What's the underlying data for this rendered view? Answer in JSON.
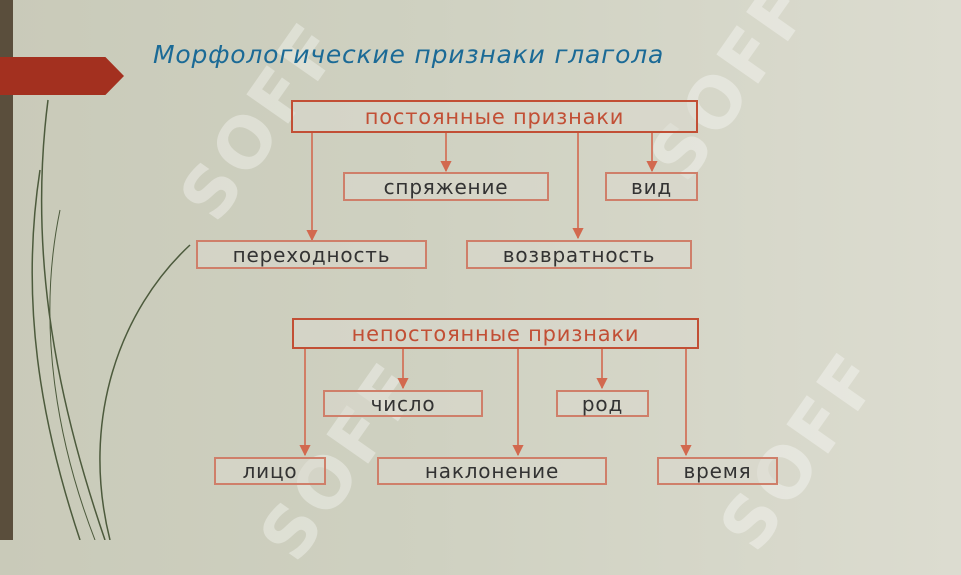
{
  "title": "Морфологические признаки глагола",
  "watermark_text": "SOFF",
  "colors": {
    "title": "#1b6a96",
    "header_border": "#c24f35",
    "leaf_border": "#cf7f6a",
    "connector": "#d2694f",
    "accent_arrow": "#a3301f"
  },
  "constant": {
    "header": "постоянные признаки",
    "items": [
      "спряжение",
      "вид",
      "переходность",
      "возвратность"
    ]
  },
  "variable": {
    "header": "непостоянные признаки",
    "items": [
      "число",
      "род",
      "лицо",
      "наклонение",
      "время"
    ]
  }
}
